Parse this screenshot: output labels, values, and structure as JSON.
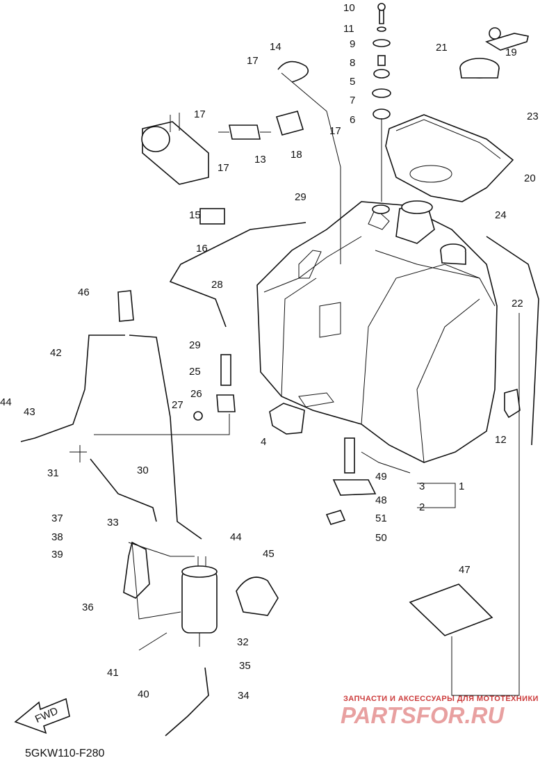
{
  "diagram": {
    "code": "5GKW110-F280",
    "fwd_label": "FWD",
    "callouts": {
      "c1": "1",
      "c2": "2",
      "c3": "3",
      "c4": "4",
      "c5": "5",
      "c6": "6",
      "c7": "7",
      "c8": "8",
      "c9": "9",
      "c10": "10",
      "c11": "11",
      "c12": "12",
      "c13": "13",
      "c14": "14",
      "c15": "15",
      "c16": "16",
      "c17a": "17",
      "c17b": "17",
      "c17c": "17",
      "c17d": "17",
      "c18": "18",
      "c19": "19",
      "c20": "20",
      "c21": "21",
      "c22": "22",
      "c23": "23",
      "c24": "24",
      "c25": "25",
      "c26": "26",
      "c27": "27",
      "c28": "28",
      "c29a": "29",
      "c29b": "29",
      "c30": "30",
      "c31": "31",
      "c32": "32",
      "c33": "33",
      "c34": "34",
      "c35": "35",
      "c36": "36",
      "c37": "37",
      "c38": "38",
      "c39": "39",
      "c40": "40",
      "c41": "41",
      "c42": "42",
      "c43": "43",
      "c44a": "44",
      "c44b": "44",
      "c45": "45",
      "c46": "46",
      "c47": "47",
      "c48": "48",
      "c49": "49",
      "c50": "50",
      "c51": "51"
    }
  },
  "watermark": {
    "tagline": "ЗАПЧАСТИ И АКСЕССУАРЫ ДЛЯ МОТОТЕХНИКИ",
    "brand": "PARTSFOR.RU"
  }
}
